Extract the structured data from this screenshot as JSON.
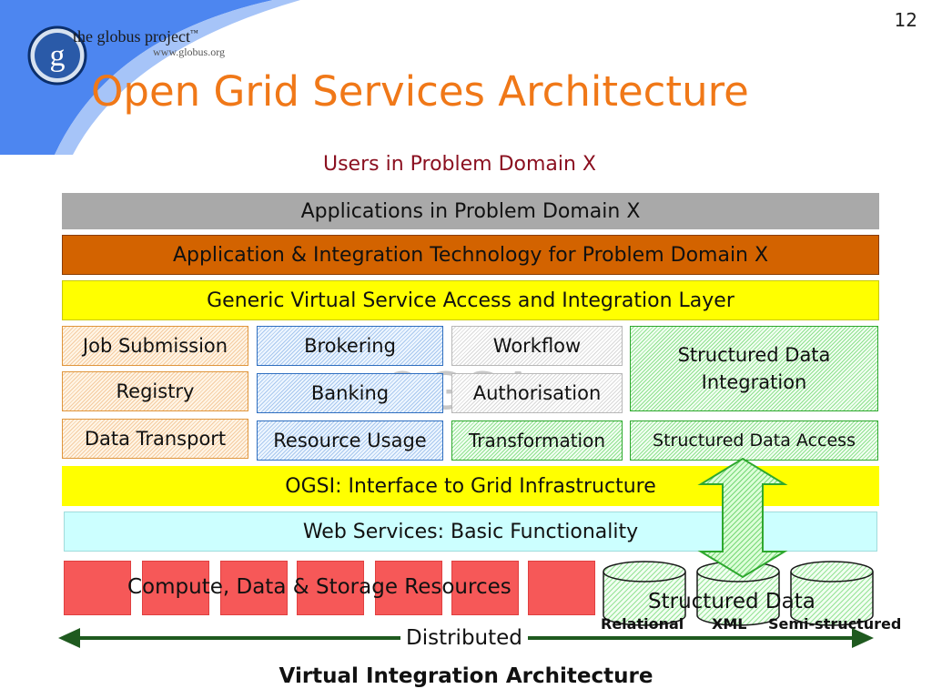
{
  "slide": {
    "number": "12",
    "title": "Open Grid Services Architecture",
    "subtitle": "Users in Problem Domain X",
    "footer_title": "Virtual Integration Architecture"
  },
  "logo": {
    "letter": "g",
    "name": "the globus project",
    "trademark": "™",
    "url": "www.globus.org"
  },
  "layers": {
    "applications": "Applications in Problem Domain X",
    "app_integration": "Application & Integration Technology for Problem Domain X",
    "generic_access": "Generic Virtual Service Access and Integration Layer",
    "ogsi_interface": "OGSI: Interface to Grid Infrastructure",
    "web_services": "Web Services: Basic Functionality"
  },
  "services": {
    "col1": [
      "Job Submission",
      "Registry",
      "Data Transport"
    ],
    "col2": [
      "Brokering",
      "Banking",
      "Resource Usage"
    ],
    "col3": [
      "Workflow",
      "Authorisation",
      "Transformation"
    ],
    "sdi": "Structured Data Integration",
    "sda": "Structured Data Access",
    "background_text": "OGSA"
  },
  "resources": {
    "compute_label": "Compute, Data & Storage Resources",
    "structured_label": "Structured Data",
    "types": [
      "Relational",
      "XML",
      "Semi-structured"
    ]
  },
  "axis": {
    "label": "Distributed"
  },
  "colors": {
    "title": "#f07818",
    "subtitle": "#8b1020",
    "orange_band": "#d36300",
    "yellow_band": "#ffff00",
    "cyan_band": "#ccffff",
    "red_block": "#f65858",
    "arrow_green": "#1f5a1f",
    "swoosh_blue": "#4d86f0"
  }
}
